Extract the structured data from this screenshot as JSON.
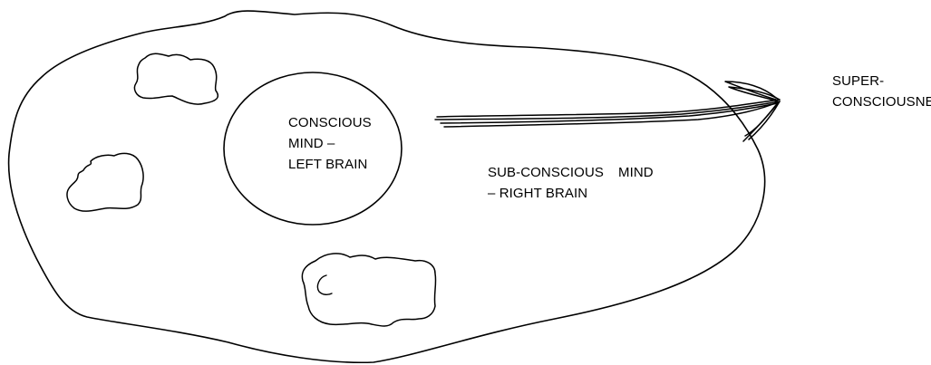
{
  "diagram": {
    "conscious_mind": {
      "lines": [
        "CONSCIOUS",
        "MIND –",
        "LEFT BRAIN"
      ]
    },
    "subconscious_mind": {
      "line1_part1": "SUB-CONSCIOUS",
      "line1_part2": "MIND",
      "line2": "– RIGHT BRAIN"
    },
    "superconsciousness": {
      "lines": [
        "SUPER-",
        "CONSCIOUSNESS"
      ]
    },
    "stroke_color": "#000000",
    "background_color": "#ffffff"
  }
}
